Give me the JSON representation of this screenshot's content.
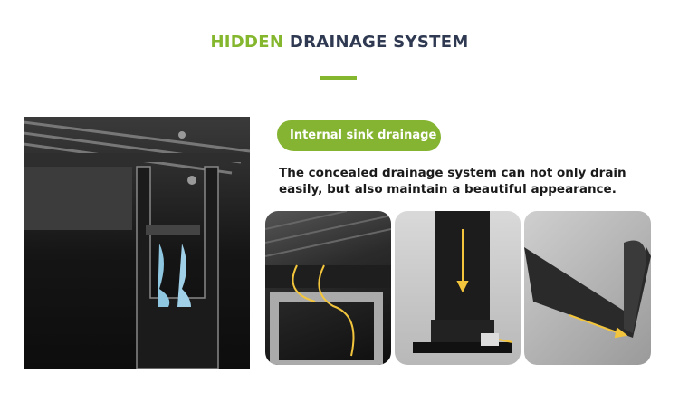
{
  "header": {
    "title_highlight": "HIDDEN",
    "title_rest": "DRAINAGE SYSTEM",
    "accent_color": "#84b62e",
    "title_color": "#2f3a52"
  },
  "feature": {
    "badge_label": "Internal sink drainage",
    "description": "The concealed drainage system can not only drain easily, but also maintain a beautiful appearance."
  },
  "images": {
    "main": "gutter-cross-section-photo",
    "thumbs": [
      "roof-gutter-flow",
      "post-downpipe-outlet",
      "gutter-profile"
    ]
  }
}
